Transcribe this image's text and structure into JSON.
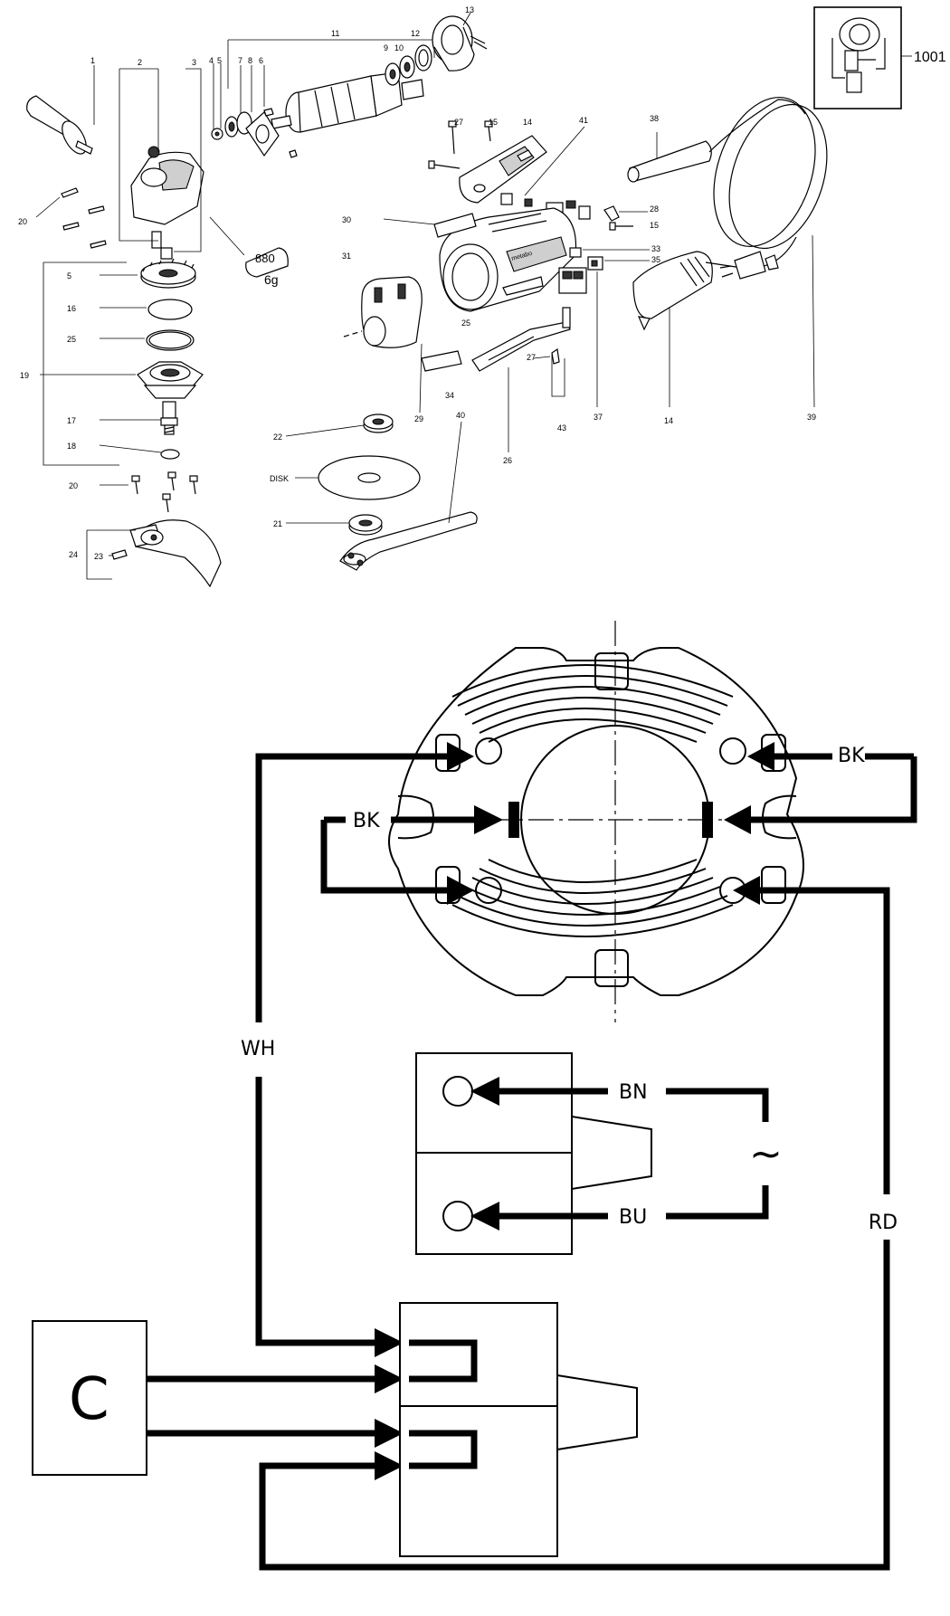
{
  "parts": {
    "callouts": [
      {
        "id": "p1",
        "text": "1"
      },
      {
        "id": "p2",
        "text": "2"
      },
      {
        "id": "p3",
        "text": "3"
      },
      {
        "id": "p4",
        "text": "4"
      },
      {
        "id": "p5a",
        "text": "5"
      },
      {
        "id": "p6",
        "text": "6"
      },
      {
        "id": "p7",
        "text": "7"
      },
      {
        "id": "p8",
        "text": "8"
      },
      {
        "id": "p9",
        "text": "9"
      },
      {
        "id": "p10",
        "text": "10"
      },
      {
        "id": "p11",
        "text": "11"
      },
      {
        "id": "p12",
        "text": "12"
      },
      {
        "id": "p13",
        "text": "13"
      },
      {
        "id": "p20a",
        "text": "20"
      },
      {
        "id": "p5b",
        "text": "5"
      },
      {
        "id": "p16",
        "text": "16"
      },
      {
        "id": "p25a",
        "text": "25"
      },
      {
        "id": "p19",
        "text": "19"
      },
      {
        "id": "p17",
        "text": "17"
      },
      {
        "id": "p18",
        "text": "18"
      },
      {
        "id": "p20b",
        "text": "20"
      },
      {
        "id": "p24",
        "text": "24"
      },
      {
        "id": "p23",
        "text": "23"
      },
      {
        "id": "p27a",
        "text": "27"
      },
      {
        "id": "p15a",
        "text": "15"
      },
      {
        "id": "p14a",
        "text": "14"
      },
      {
        "id": "p41",
        "text": "41"
      },
      {
        "id": "p38",
        "text": "38"
      },
      {
        "id": "p30",
        "text": "30"
      },
      {
        "id": "p28",
        "text": "28"
      },
      {
        "id": "p15b",
        "text": "15"
      },
      {
        "id": "p31",
        "text": "31"
      },
      {
        "id": "p33",
        "text": "33"
      },
      {
        "id": "p35",
        "text": "35"
      },
      {
        "id": "p25b",
        "text": "25"
      },
      {
        "id": "p27b",
        "text": "27"
      },
      {
        "id": "p34",
        "text": "34"
      },
      {
        "id": "p29",
        "text": "29"
      },
      {
        "id": "p43",
        "text": "43"
      },
      {
        "id": "p37",
        "text": "37"
      },
      {
        "id": "p14b",
        "text": "14"
      },
      {
        "id": "p39",
        "text": "39"
      },
      {
        "id": "p40",
        "text": "40"
      },
      {
        "id": "p22",
        "text": "22"
      },
      {
        "id": "p26",
        "text": "26"
      },
      {
        "id": "pdisk",
        "text": "DISK"
      },
      {
        "id": "p21",
        "text": "21"
      },
      {
        "id": "p1001",
        "text": "1001"
      }
    ],
    "grease_label": "880",
    "grease_amount": "6g",
    "brand_text": "metabo"
  },
  "wiring": {
    "labels": {
      "bk_right": "BK",
      "bk_left": "BK",
      "wh": "WH",
      "bn": "BN",
      "bu": "BU",
      "rd": "RD",
      "ac_symbol": "~",
      "capacitor": "C"
    }
  }
}
